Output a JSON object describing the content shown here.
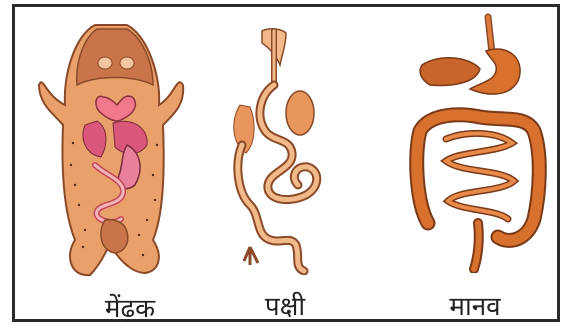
{
  "figure": {
    "panels": [
      {
        "caption": "मेंढ़क"
      },
      {
        "caption": "पक्षी"
      },
      {
        "caption": "मानव"
      }
    ]
  }
}
